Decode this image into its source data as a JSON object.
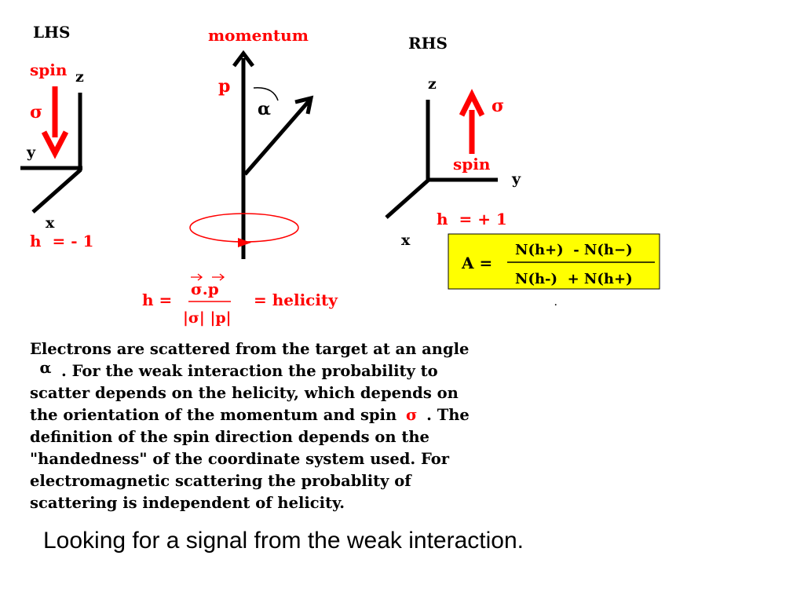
{
  "lhs": {
    "title": "LHS",
    "spin_label": "spin",
    "sigma_label": "σ",
    "axis_z": "z",
    "axis_y": "y",
    "axis_x": "x",
    "helicity_label": "h  = - 1"
  },
  "center": {
    "momentum_label": "momentum",
    "p_label": "p",
    "alpha_label": "α"
  },
  "rhs": {
    "title": "RHS",
    "axis_z": "z",
    "sigma_label": "σ",
    "spin_label": "spin",
    "axis_y": "y",
    "axis_x": "x",
    "helicity_label": "h  = + 1"
  },
  "asymmetry": {
    "lhs": "A =",
    "numerator": "N(h+)  - N(h−)",
    "denominator": "N(h-)  + N(h+)",
    "box_color": "#ffff00"
  },
  "helicity_formula": {
    "lhs": "h =",
    "numerator": "σ.p",
    "denominator": "|σ| |p|",
    "rhs": "= helicity"
  },
  "paragraph": {
    "line1": "Electrons are scattered from the target at an angle",
    "line2_symbol": "α",
    "line2": ". For the weak interaction the probability to",
    "line3": "scatter depends on the helicity, which  depends on",
    "line4": "the orientation of the momentum and spin",
    "line4_symbol": "σ",
    "line4_end": ". The",
    "line5": "definition of the spin direction depends on the",
    "line6": "\"handedness\" of the coordinate system used. For",
    "line7": "electromagnetic scattering the probablity of",
    "line8": "scattering is independent of helicity."
  },
  "caption": "Looking for a signal from the weak interaction.",
  "colors": {
    "accent": "#ff0000",
    "ink": "#000000"
  }
}
